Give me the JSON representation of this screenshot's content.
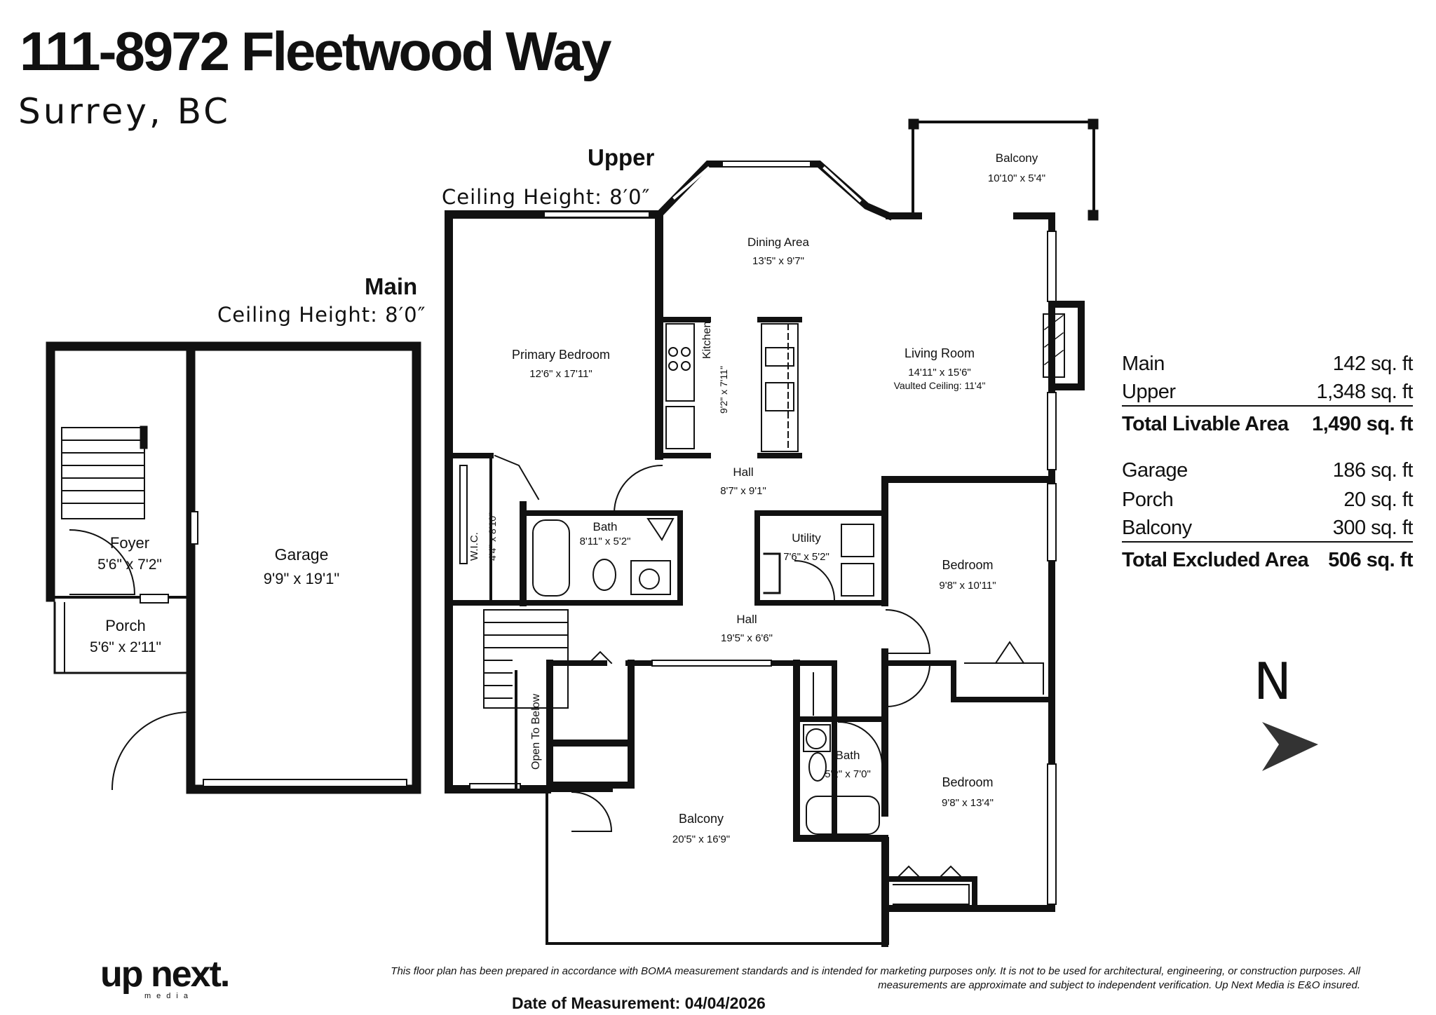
{
  "header": {
    "address": "111-8972 Fleetwood Way",
    "city": "Surrey, BC"
  },
  "floors": {
    "upper": {
      "name": "Upper",
      "ceiling": "Ceiling Height: 8′0″"
    },
    "main": {
      "name": "Main",
      "ceiling": "Ceiling Height: 8′0″"
    }
  },
  "rooms": {
    "balcony_top": {
      "name": "Balcony",
      "dims": "10'10\" x 5'4\""
    },
    "dining": {
      "name": "Dining Area",
      "dims": "13'5\" x 9'7\""
    },
    "primary_bedroom": {
      "name": "Primary Bedroom",
      "dims": "12'6\" x 17'11\""
    },
    "kitchen": {
      "name": "Kitchen",
      "dims": "9'2\" x 7'11\""
    },
    "living": {
      "name": "Living Room",
      "dims": "14'11\" x 15'6\"",
      "note": "Vaulted Ceiling: 11'4\""
    },
    "hall_upper": {
      "name": "Hall",
      "dims": "8'7\" x 9'1\""
    },
    "wic": {
      "name": "W.I.C.",
      "dims": "4'4\" x 8'10\""
    },
    "bath_primary": {
      "name": "Bath",
      "dims": "8'11\" x 5'2\""
    },
    "utility": {
      "name": "Utility",
      "dims": "7'6\" x 5'2\""
    },
    "bedroom_2": {
      "name": "Bedroom",
      "dims": "9'8\" x 10'11\""
    },
    "hall_lower": {
      "name": "Hall",
      "dims": "19'5\" x 6'6\""
    },
    "open_below": {
      "name": "Open To Below"
    },
    "bath_2": {
      "name": "Bath",
      "dims": "5'2\" x 7'0\""
    },
    "bedroom_3": {
      "name": "Bedroom",
      "dims": "9'8\" x 13'4\""
    },
    "balcony_bottom": {
      "name": "Balcony",
      "dims": "20'5\" x 16'9\""
    },
    "foyer": {
      "name": "Foyer",
      "dims": "5'6\" x 7'2\""
    },
    "porch": {
      "name": "Porch",
      "dims": "5'6\" x 2'11\""
    },
    "garage": {
      "name": "Garage",
      "dims": "9'9\" x 19'1\""
    }
  },
  "areas": {
    "livable": [
      {
        "label": "Main",
        "value": "142 sq. ft"
      },
      {
        "label": "Upper",
        "value": "1,348 sq. ft"
      }
    ],
    "livable_total": {
      "label": "Total Livable Area",
      "value": "1,490 sq. ft"
    },
    "excluded": [
      {
        "label": "Garage",
        "value": "186 sq. ft"
      },
      {
        "label": "Porch",
        "value": "20 sq. ft"
      },
      {
        "label": "Balcony",
        "value": "300 sq. ft"
      }
    ],
    "excluded_total": {
      "label": "Total Excluded Area",
      "value": "506 sq. ft"
    }
  },
  "compass": {
    "label": "N"
  },
  "footer": {
    "logo": "up next.",
    "logo_sub": "media",
    "disclaimer_1": "This floor plan has been prepared in accordance with BOMA measurement standards and is intended for marketing purposes only. It is not to be used for architectural, engineering, or construction purposes. All",
    "disclaimer_2": "measurements are approximate and subject to independent verification. Up Next Media is E&O insured.",
    "date": "Date of Measurement: 04/04/2026"
  }
}
